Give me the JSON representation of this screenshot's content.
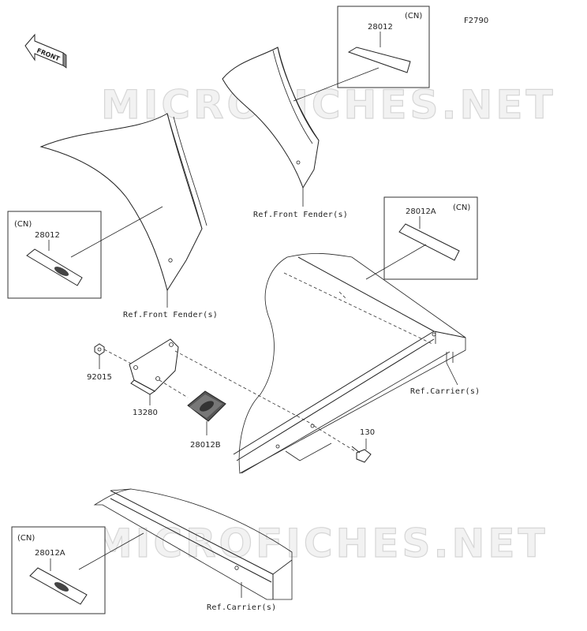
{
  "diagram": {
    "figure_code": "F2790",
    "front_arrow": "FRONT",
    "watermark": "MICROFICHES.NET",
    "callouts": {
      "top_box_variant": "(CN)",
      "top_box_part": "28012",
      "left_box_variant": "(CN)",
      "left_box_part": "28012",
      "mid_box_variant": "(CN)",
      "mid_box_part": "28012A",
      "bottom_box_variant": "(CN)",
      "bottom_box_part": "28012A",
      "ref_front_fender_top": "Ref.Front Fender(s)",
      "ref_front_fender_left": "Ref.Front Fender(s)",
      "ref_carrier_mid": "Ref.Carrier(s)",
      "ref_carrier_bottom": "Ref.Carrier(s)",
      "part_nut": "92015",
      "part_bracket": "13280",
      "part_label": "28012B",
      "part_bolt": "130"
    }
  }
}
